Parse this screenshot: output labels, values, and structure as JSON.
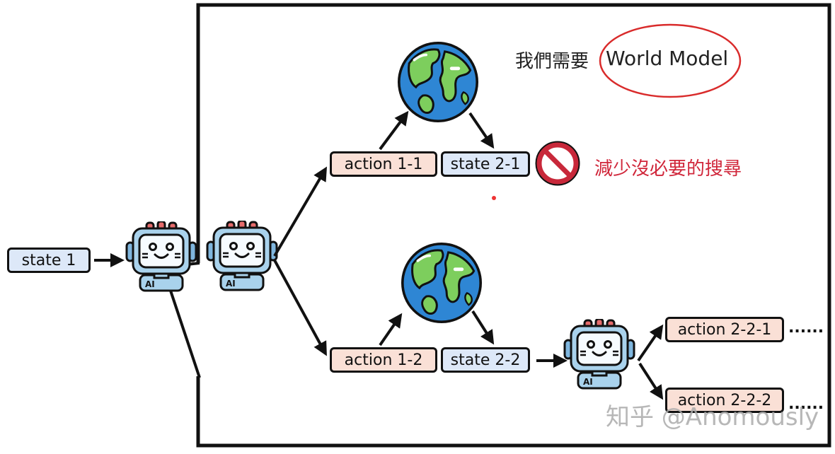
{
  "nodes": {
    "state_1": "state 1",
    "action_1_1": "action 1-1",
    "state_2_1": "state 2-1",
    "action_1_2": "action 1-2",
    "state_2_2": "state 2-2",
    "action_2_2_1": "action 2-2-1",
    "action_2_2_2": "action 2-2-2"
  },
  "annotations": {
    "title_zh": "我們需要",
    "title_highlight": "World Model",
    "reduce_search": "減少沒必要的搜尋",
    "ellipsis": "......"
  },
  "robot_label": "AI",
  "watermark": "知乎 @Anomously",
  "colors": {
    "state_fill": "#dde8f8",
    "action_fill": "#fae0d6",
    "highlight_circle": "#d92b2b",
    "prohibit_sign": "#c8283a",
    "reduce_text": "#d0263a",
    "robot_body": "#a9d2ec",
    "ocean": "#2e86d4",
    "land": "#7dce5d"
  },
  "icons": [
    "robot-ai-icon",
    "globe-icon",
    "prohibited-icon"
  ]
}
